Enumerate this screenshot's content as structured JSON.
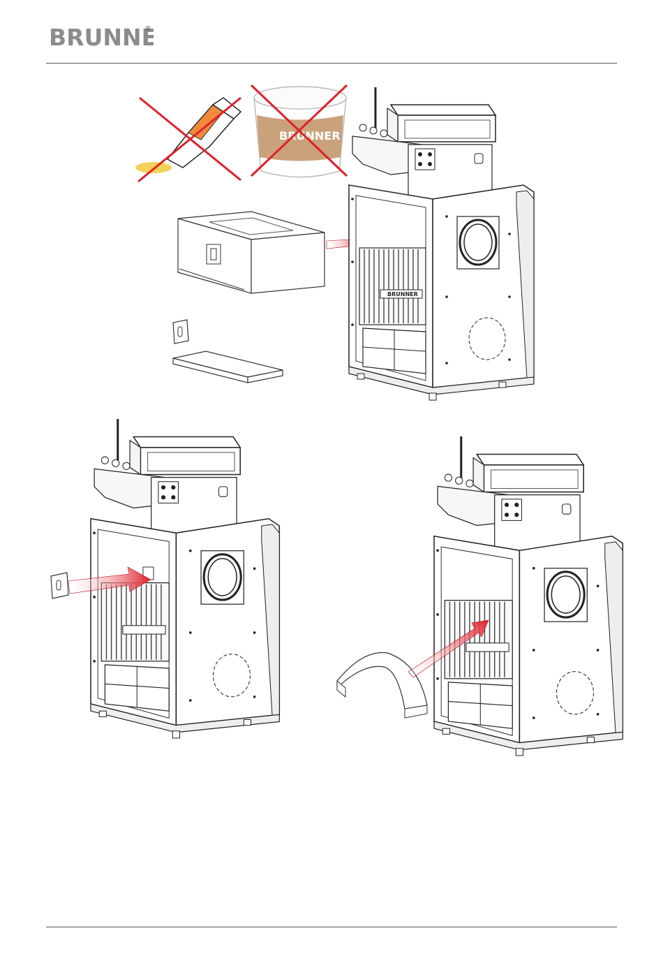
{
  "header": {
    "brand": "BRUNNER",
    "registered_mark": "®"
  },
  "figure_labels": {
    "unit_plate": "BRUNNER",
    "bucket_label": "BRUNNER"
  }
}
